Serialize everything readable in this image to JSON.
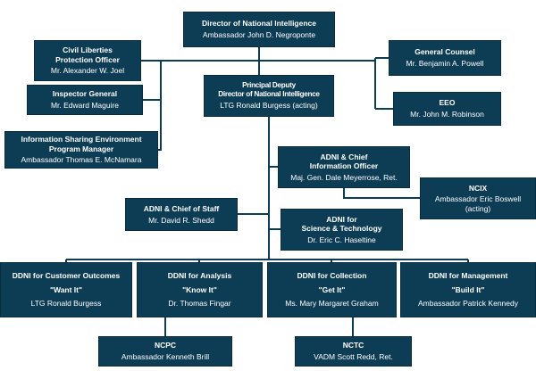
{
  "colors": {
    "background": "#ffffff",
    "box_fill": "#0d3c55",
    "box_border": "#092c3f",
    "connector": "#0d3c55",
    "text": "#ffffff"
  },
  "nodes": {
    "dni": {
      "title": "Director of National Intelligence",
      "person": "Ambassador John D. Negroponte"
    },
    "civil_liberties": {
      "title": "Civil Liberties\nProtection Officer",
      "person": "Mr. Alexander W. Joel"
    },
    "inspector_general": {
      "title": "Inspector General",
      "person": "Mr. Edward Maguire"
    },
    "ise_program_manager": {
      "title": "Information Sharing Environment\nProgram Manager",
      "person": "Ambassador Thomas E. McNamara"
    },
    "principal_deputy": {
      "title": "Principal Deputy\nDirector of National Intelligence",
      "person": "LTG Ronald Burgess (acting)"
    },
    "general_counsel": {
      "title": "General Counsel",
      "person": "Mr. Benjamin A. Powell"
    },
    "eeo": {
      "title": "EEO",
      "person": "Mr. John M. Robinson"
    },
    "adni_cio": {
      "title": "ADNI & Chief\nInformation Officer",
      "person": "Maj. Gen. Dale Meyerrose, Ret."
    },
    "ncix": {
      "title": "NCIX",
      "person": "Ambassador Eric Boswell\n(acting)"
    },
    "chief_of_staff": {
      "title": "ADNI & Chief of Staff",
      "person": "Mr. David R. Shedd"
    },
    "adni_science_tech": {
      "title": "ADNI for\nScience & Technology",
      "person": "Dr. Eric C. Haseltine"
    },
    "ddni_customer_outcomes": {
      "title": "DDNI for Customer Outcomes",
      "motto": "\"Want It\"",
      "person": "LTG Ronald Burgess"
    },
    "ddni_analysis": {
      "title": "DDNI for Analysis",
      "motto": "\"Know It\"",
      "person": "Dr. Thomas Fingar"
    },
    "ddni_collection": {
      "title": "DDNI for Collection",
      "motto": "\"Get It\"",
      "person": "Ms. Mary Margaret Graham"
    },
    "ddni_management": {
      "title": "DDNI for Management",
      "motto": "\"Build It\"",
      "person": "Ambassador Patrick Kennedy"
    },
    "ncpc": {
      "title": "NCPC",
      "person": "Ambassador Kenneth Brill"
    },
    "nctc": {
      "title": "NCTC",
      "person": "VADM Scott Redd, Ret."
    }
  }
}
